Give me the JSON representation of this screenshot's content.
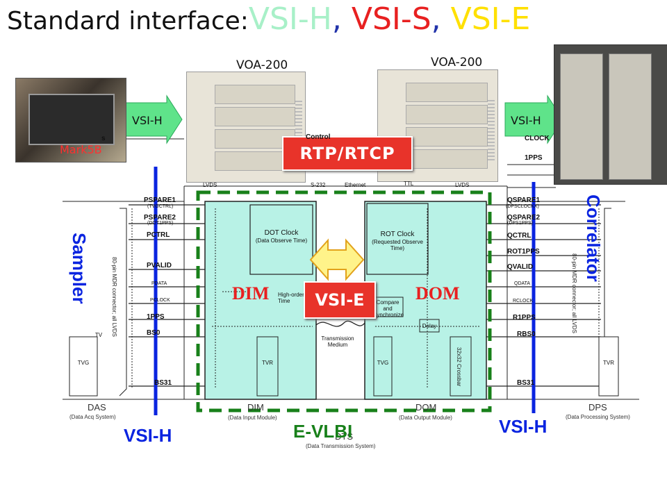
{
  "title": {
    "prefix": "Standard interface:",
    "vsi_h": "VSI-H",
    "sep1": ", ",
    "vsi_s": "VSI-S",
    "sep2": ", ",
    "vsi_e": "VSI-E"
  },
  "devices": {
    "voa_left": "VOA-200",
    "voa_right": "VOA-200",
    "mark5b": "Mark5B"
  },
  "arrows": {
    "left": "VSI-H",
    "right": "VSI-H",
    "bidir": "VSI-E"
  },
  "protocol": "RTP/RTCP",
  "labels": {
    "sampler": "Sampler",
    "correlator": "Correlator",
    "vsi_h_left": "VSI-H",
    "vsi_h_right": "VSI-H",
    "evlbi": "E-VLBI",
    "dim": "DIM",
    "dom": "DOM"
  },
  "top_signals": {
    "left_partial": "s",
    "control": "Control",
    "lvds_l": "LVDS",
    "rs232": "S-232",
    "ethernet": "Ethernet",
    "ttl": "TTL",
    "lvds_r": "LVDS",
    "clock": "CLOCK",
    "pps": "1PPS"
  },
  "left_signals": [
    {
      "name": "PSPARE1",
      "sub": "(TVGCTRL)"
    },
    {
      "name": "PSPARE2",
      "sub": "(DOT1PPS)"
    },
    {
      "name": "PCTRL",
      "sub": ""
    },
    {
      "name": "PVALID",
      "sub": ""
    },
    {
      "name": "PDATA",
      "sub": ""
    },
    {
      "name": "PCLOCK",
      "sub": ""
    },
    {
      "name": "1PPS",
      "sub": ""
    },
    {
      "name": "BS0",
      "sub": ""
    },
    {
      "name": "BS31",
      "sub": ""
    }
  ],
  "right_signals": [
    {
      "name": "QSPARE1",
      "sub": "(DPSCLOCKX)"
    },
    {
      "name": "QSPARE2",
      "sub": "(DPS1PPS)"
    },
    {
      "name": "QCTRL",
      "sub": ""
    },
    {
      "name": "ROT1PPS",
      "sub": ""
    },
    {
      "name": "QVALID",
      "sub": ""
    },
    {
      "name": "QDATA",
      "sub": ""
    },
    {
      "name": "RCLOCK",
      "sub": ""
    },
    {
      "name": "R1PPS",
      "sub": ""
    },
    {
      "name": "RBS0",
      "sub": ""
    },
    {
      "name": "BS31",
      "sub": ""
    }
  ],
  "blocks": {
    "dot_clock": "DOT Clock",
    "dot_clock_sub": "(Data Observe Time)",
    "rot_clock": "ROT Clock",
    "rot_clock_sub": "(Requested Observe Time)",
    "high_order": "High-order Time",
    "compare": "Compare and Synchronize",
    "delay": "Delay",
    "crossbar": "32x32 Crossbar",
    "tvr_l": "TVR",
    "tvg_r": "TVG",
    "tvg_das": "TVG",
    "tvr_dps": "TVR",
    "medium": "Transmission Medium",
    "tvt": "TV"
  },
  "connectors": {
    "left": "80-pin MDR connector; all LVDS",
    "right": "80-pin MDR connector; all LVDS"
  },
  "systems": {
    "das": "DAS",
    "das_sub": "(Data Acq System)",
    "dim": "DIM",
    "dim_sub": "(Data Input Module)",
    "dom": "DOM",
    "dom_sub": "(Data Output Module)",
    "dts": "DTS",
    "dts_sub": "(Data Transmission System)",
    "dps": "DPS",
    "dps_sub": "(Data Processing System)"
  },
  "colors": {
    "title_h": "#a8f0c8",
    "title_s": "#e82020",
    "title_e": "#ffe000",
    "arrow_green": "#5fe38a",
    "module_fill": "#b8f2e6",
    "red_box": "#e8332a",
    "blue_line": "#0a24e0",
    "dashed_green": "#18801a",
    "bidir_arrow": "#fff38a"
  }
}
